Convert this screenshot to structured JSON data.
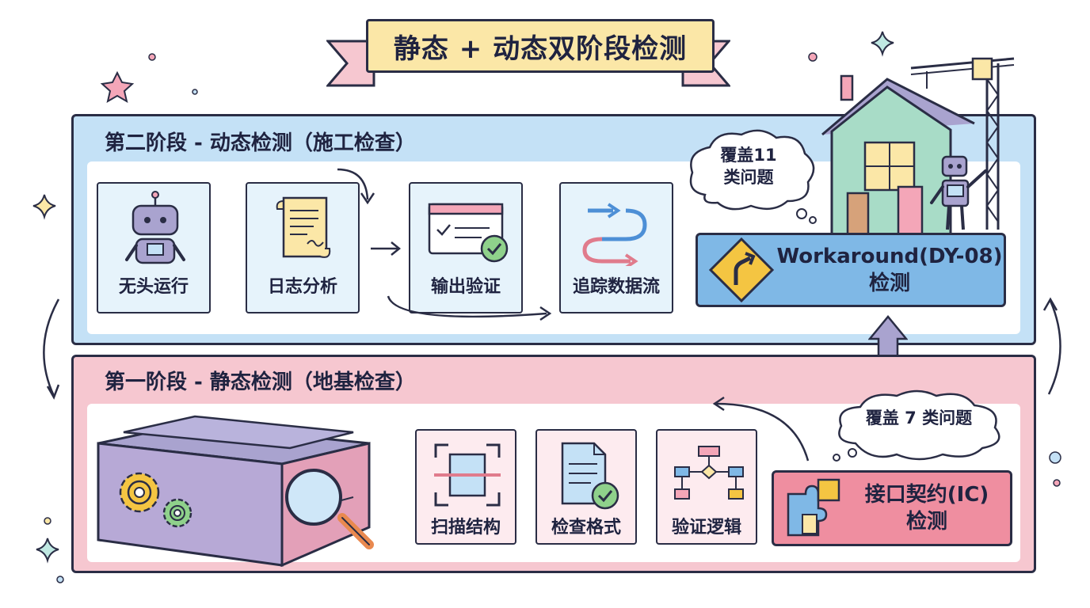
{
  "title": "静态 + 动态双阶段检测",
  "dynamic_stage": {
    "title": "第二阶段 - 动态检测（施工检查）",
    "steps": [
      {
        "label": "无头运行",
        "icon": "robot-icon"
      },
      {
        "label": "日志分析",
        "icon": "scroll-icon"
      },
      {
        "label": "输出验证",
        "icon": "checked-window-icon"
      },
      {
        "label": "追踪数据流",
        "icon": "data-flow-arrows-icon"
      }
    ],
    "coverage": "覆盖11\n类问题",
    "detector": "Workaround(DY-08)\n检测"
  },
  "static_stage": {
    "title": "第一阶段 - 静态检测（地基检查）",
    "steps": [
      {
        "label": "扫描结构",
        "icon": "scan-icon"
      },
      {
        "label": "检查格式",
        "icon": "checked-document-icon"
      },
      {
        "label": "验证逻辑",
        "icon": "flowchart-icon"
      }
    ],
    "coverage": "覆盖 7 类问题",
    "detector": "接口契约(IC)\n检测"
  },
  "colors": {
    "dynamic_panel": "#c4e1f6",
    "static_panel": "#f6c7d0",
    "banner": "#fbe7a7",
    "outline": "#2a2d45"
  }
}
